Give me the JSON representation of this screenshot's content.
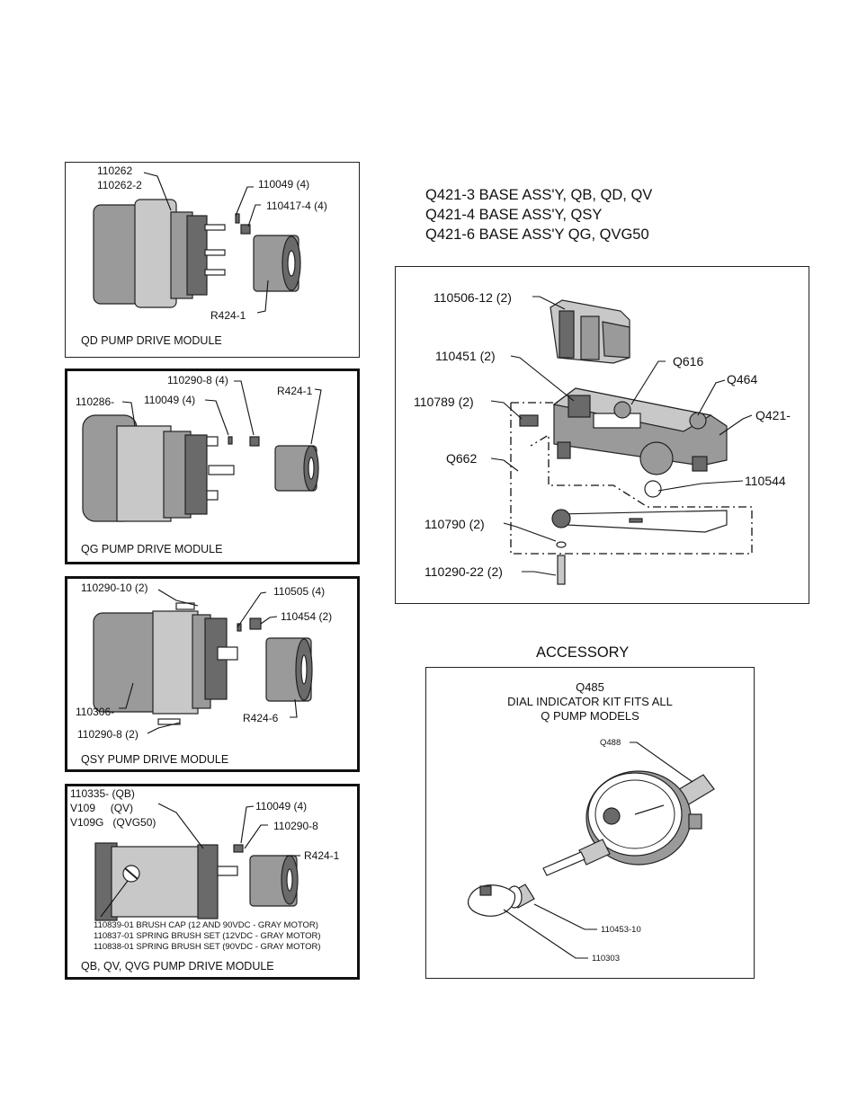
{
  "qd": {
    "part_110262": "110262",
    "part_110262_2": "110262-2",
    "part_110049": "110049 (4)",
    "part_110417": "110417-4 (4)",
    "part_r424": "R424-1",
    "caption": "QD PUMP DRIVE MODULE"
  },
  "qg": {
    "part_110290": "110290-8 (4)",
    "part_110286": "110286-",
    "part_110049": "110049 (4)",
    "part_r424": "R424-1",
    "caption": "QG PUMP DRIVE MODULE"
  },
  "qsy": {
    "part_110290_10": "110290-10 (2)",
    "part_110505": "110505 (4)",
    "part_110454": "110454 (2)",
    "part_110306": "110306-",
    "part_r424": "R424-6",
    "part_110290_8": "110290-8 (2)",
    "caption": "QSY PUMP DRIVE MODULE"
  },
  "qb": {
    "part_110335": "110335- (QB)",
    "part_v109": "V109     (QV)",
    "part_v109g": "V109G   (QVG50)",
    "part_110049": "110049 (4)",
    "part_110290": "110290-8",
    "part_r424": "R424-1",
    "note_1": "110839-01 BRUSH CAP (12 AND 90VDC - GRAY MOTOR)",
    "note_2": "110837-01 SPRING BRUSH SET (12VDC - GRAY MOTOR)",
    "note_3": "110838-01 SPRING BRUSH SET (90VDC - GRAY MOTOR)",
    "caption": "QB, QV, QVG PUMP DRIVE MODULE"
  },
  "base": {
    "heading_1": "Q421-3 BASE ASS'Y, QB, QD, QV",
    "heading_2": "Q421-4 BASE ASS'Y, QSY",
    "heading_3": "Q421-6 BASE ASS'Y QG, QVG50",
    "part_110506": "110506-12 (2)",
    "part_110451": "110451 (2)",
    "part_q616": "Q616",
    "part_q464": "Q464",
    "part_110789": "110789 (2)",
    "part_q421": "Q421-",
    "part_q662": "Q662",
    "part_110544": "110544",
    "part_110790": "110790 (2)",
    "part_110290": "110290-22 (2)"
  },
  "accessory": {
    "heading": "ACCESSORY",
    "title_1": "Q485",
    "title_2": "DIAL INDICATOR KIT FITS ALL",
    "title_3": "Q PUMP MODELS",
    "part_q488": "Q488",
    "part_110453": "110453-10",
    "part_110303": "110303"
  }
}
